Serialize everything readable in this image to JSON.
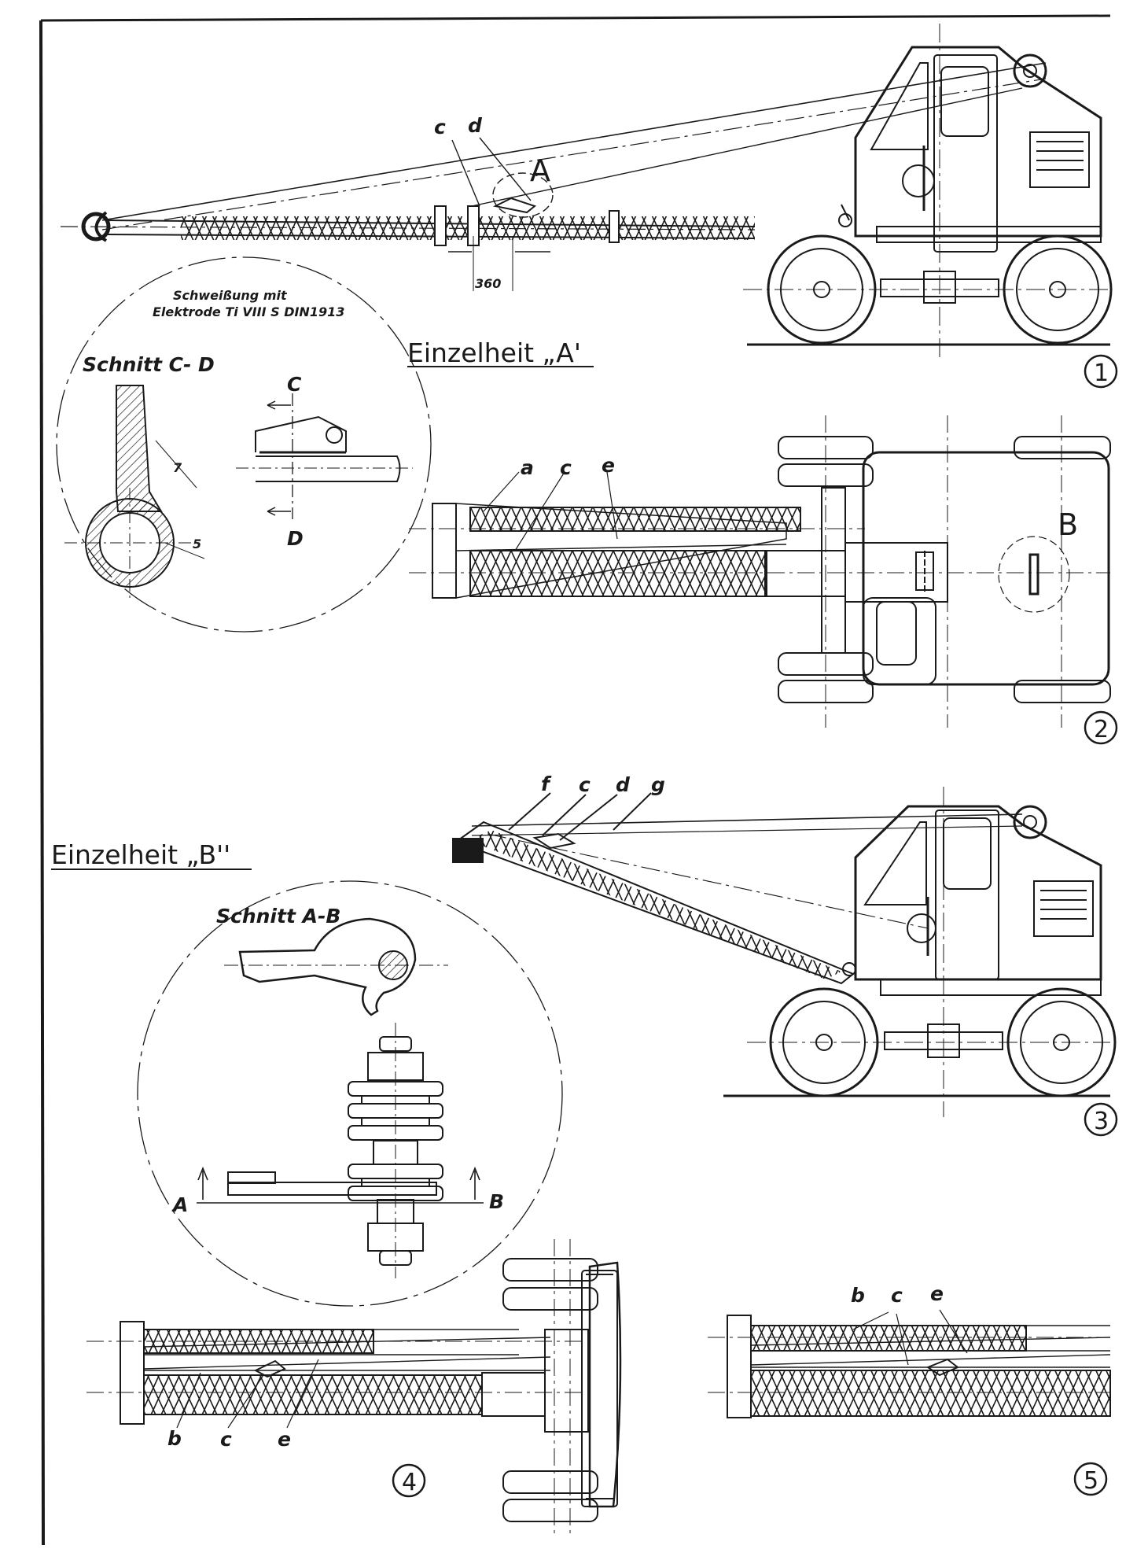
{
  "drawing": {
    "figure_1": {
      "labels": [
        "c",
        "d",
        "A"
      ],
      "dimension": "360"
    },
    "detail_a": {
      "title": "Einzelheit „A'",
      "weld_note": [
        "Schweißung mit",
        "Elektrode Ti VIII S DIN1913"
      ],
      "section_title": "Schnitt C- D",
      "dims": [
        "7",
        "5"
      ],
      "cut_labels": [
        "C",
        "D"
      ]
    },
    "figure_2": {
      "labels": [
        "a",
        "c",
        "e",
        "B"
      ]
    },
    "figure_3": {
      "labels": [
        "f",
        "c",
        "d",
        "g"
      ]
    },
    "detail_b": {
      "title": "Einzelheit „B''",
      "section_title": "Schnitt A-B",
      "cut_labels": [
        "A",
        "B"
      ]
    },
    "figure_4": {
      "labels": [
        "b",
        "c",
        "e"
      ]
    },
    "figure_5": {
      "labels": [
        "b",
        "c",
        "e"
      ]
    },
    "view_numbers": [
      "1",
      "2",
      "3",
      "4",
      "5"
    ]
  },
  "colors": {
    "ink": "#1a1a1a",
    "paper": "#ffffff"
  }
}
